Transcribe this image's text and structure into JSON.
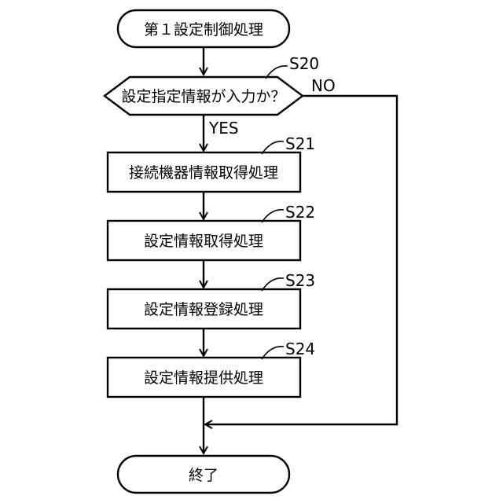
{
  "start_label": "第１設定制御処理",
  "end_label": "終了",
  "decision": {
    "label": "設定指定情報が入力か？",
    "step": "S20",
    "yes_label": "YES",
    "no_label": "NO"
  },
  "steps": [
    {
      "id": "S21",
      "label": "接続機器情報取得処理"
    },
    {
      "id": "S22",
      "label": "設定情報取得処理"
    },
    {
      "id": "S23",
      "label": "設定情報登録処理"
    },
    {
      "id": "S24",
      "label": "設定情報提供処理"
    }
  ]
}
